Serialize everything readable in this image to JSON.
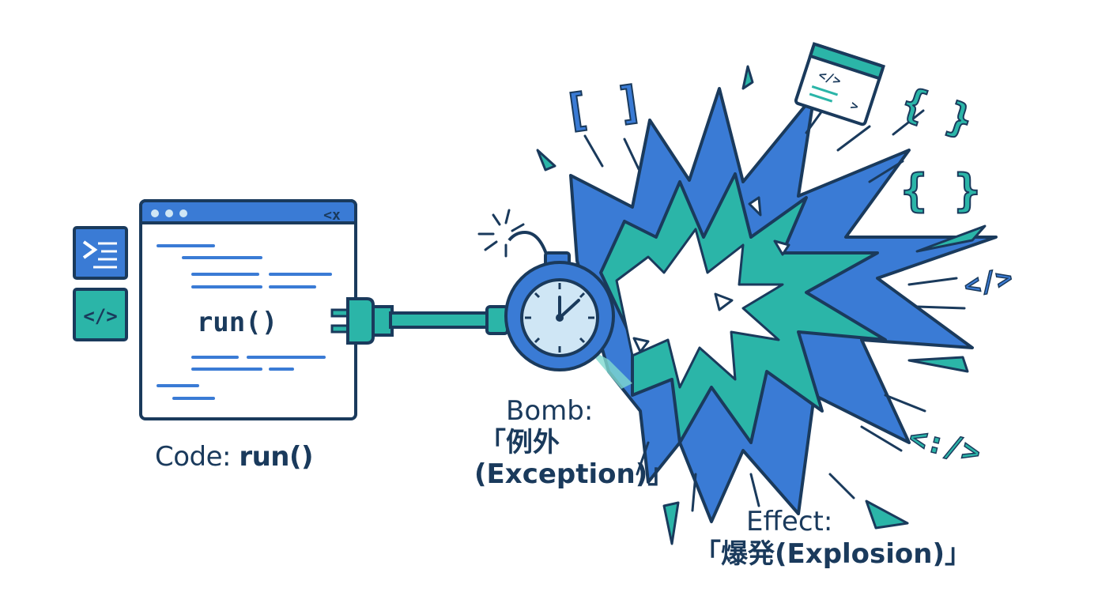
{
  "code_window": {
    "call_text": "run()",
    "close_controls": "<x"
  },
  "side_icons": {
    "terminal": "terminal-icon",
    "code": "code-brackets-icon"
  },
  "floating_symbols": [
    "[ ]",
    "{ }",
    "{ }",
    "</>",
    "<:/>"
  ],
  "captions": {
    "code_label": "Code: ",
    "code_label_bold": "run()",
    "bomb_label": "Bomb:",
    "bomb_term": "「例外",
    "bomb_term_en": "(Exception)」",
    "effect_label": "Effect:",
    "effect_term": "「爆発(Explosion)」"
  },
  "colors": {
    "navy": "#1a3a5c",
    "blue": "#3a7bd5",
    "teal": "#2bb5a8",
    "light_blue": "#cfe6f5",
    "white": "#ffffff"
  }
}
